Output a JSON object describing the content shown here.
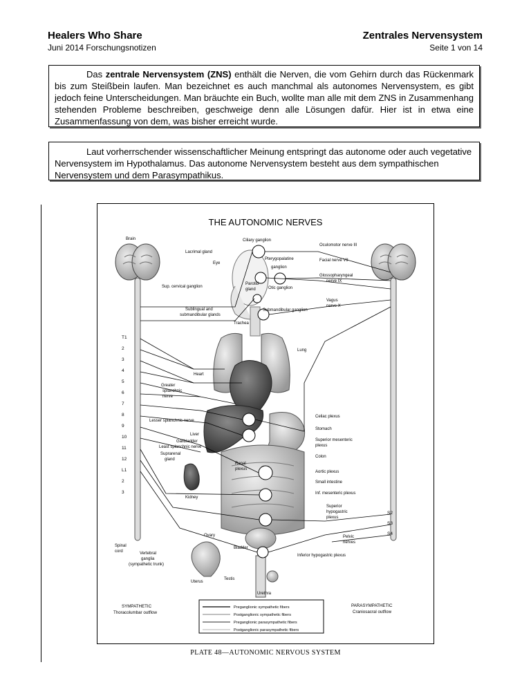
{
  "header": {
    "left_title": "Healers Who Share",
    "left_subtitle": "Juni 2014 Forschungsnotizen",
    "right_title": "Zentrales Nervensystem",
    "right_subtitle": "Seite 1 von 14"
  },
  "intro": {
    "prefix": "Das ",
    "bold": "zentrale Nervensystem (ZNS)",
    "rest": " enthält die Nerven, die vom Gehirn durch das Rückenmark bis zum Steißbein laufen. Man bezeichnet es auch manchmal als autonomes Nervensystem, es gibt jedoch feine Unterscheidungen. Man bräuchte ein Buch, wollte man alle mit dem ZNS in Zusammenhang stehenden Probleme beschreiben, geschweige denn alle Lösungen dafür. Hier ist in etwa eine Zusammenfassung von dem, was bisher erreicht wurde."
  },
  "note": {
    "text": "Laut vorherrschender wissenschaftlicher Meinung entspringt das autonome oder auch vegetative Nervensystem im Hypothalamus. Das autonome Nervensystem besteht aus dem sympathischen Nervensystem und dem Parasympathikus."
  },
  "figure": {
    "title": "THE AUTONOMIC NERVES",
    "caption": "PLATE 48—AUTONOMIC NERVOUS SYSTEM",
    "labels": {
      "brain": "Brain",
      "ciliary_ganglion": "Ciliary ganglion",
      "oculomotor": "Oculomotor nerve III",
      "lacrimal": "Lacrimal gland",
      "eye": "Eye",
      "pterygopalatine": "Pterygopalatine",
      "ganglion": "ganglion",
      "facial": "Facial nerve VII",
      "glossopharyngeal_1": "Glossopharyngeal",
      "glossopharyngeal_2": "nerve IX",
      "sup_cervical": "Sup. cervical ganglion",
      "parotid_1": "Parotid",
      "parotid_2": "gland",
      "otic": "Otic ganglion",
      "vagus_1": "Vagus",
      "vagus_2": "nerve X",
      "sublingual_1": "Sublingual and",
      "sublingual_2": "submandibular glands",
      "submandibular_ganglion": "Submandibular ganglion",
      "trachea": "Trachea",
      "lung": "Lung",
      "heart": "Heart",
      "greater_1": "Greater",
      "greater_2": "splanchnic",
      "greater_3": "nerve",
      "lesser": "Lesser splanchnic nerve",
      "celiac": "Celiac plexus",
      "stomach": "Stomach",
      "liver": "Liver",
      "gallbladder": "Gallbladder",
      "least": "Least splanchnic nerve",
      "sup_mesenteric_1": "Superior mesenteric",
      "sup_mesenteric_2": "plexus",
      "suprarenal_1": "Suprarenal",
      "suprarenal_2": "gland",
      "colon": "Colon",
      "renal_1": "Renal",
      "renal_2": "plexus",
      "aortic": "Aortic plexus",
      "small_intestine": "Small intestine",
      "inf_mesenteric": "Inf. mesenteric plexus",
      "kidney": "Kidney",
      "sup_hypogastric_1": "Superior",
      "sup_hypogastric_2": "hypogastric",
      "sup_hypogastric_3": "plexus",
      "ovary": "Ovary",
      "pelvic_1": "Pelvic",
      "pelvic_2": "nerves",
      "spinal_1": "Spinal",
      "spinal_2": "cord",
      "bladder": "Bladder",
      "inf_hypogastric": "Inferior hypogastric plexus",
      "vertebral_1": "Vertebral",
      "vertebral_2": "ganglia",
      "vertebral_3": "(sympathetic trunk)",
      "testis": "Testis",
      "uterus": "Uterus",
      "urethra": "Urethra",
      "sympathetic_1": "SYMPATHETIC",
      "sympathetic_2": "Thoracolumbar outflow",
      "parasympathetic_1": "PARASYMPATHETIC",
      "parasympathetic_2": "Craniosacral outflow"
    },
    "levels": [
      "T1",
      "2",
      "3",
      "4",
      "5",
      "6",
      "7",
      "8",
      "9",
      "10",
      "11",
      "12",
      "L1",
      "2",
      "3"
    ],
    "sacral": [
      "S2",
      "S3",
      "S4"
    ],
    "legend": [
      "Preganglionic sympathetic fibers",
      "Postganglionic sympathetic fibers",
      "Preganglionic parasympathetic fibers",
      "Postganglionic parasympathetic fibers"
    ]
  }
}
